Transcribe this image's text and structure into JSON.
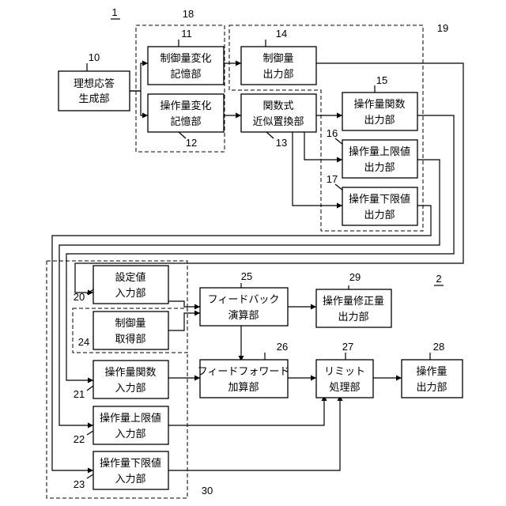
{
  "diagram": {
    "system1_label": "1",
    "system2_label": "2",
    "blocks": {
      "b10": {
        "number": "10",
        "lines": [
          "理想応答",
          "生成部"
        ]
      },
      "b11": {
        "number": "11",
        "lines": [
          "制御量変化",
          "記憶部"
        ]
      },
      "b12": {
        "number": "12",
        "lines": [
          "操作量変化",
          "記憶部"
        ]
      },
      "b13": {
        "number": "13",
        "lines": [
          "関数式",
          "近似置換部"
        ]
      },
      "b14": {
        "number": "14",
        "lines": [
          "制御量",
          "出力部"
        ]
      },
      "b15": {
        "number": "15",
        "lines": [
          "操作量関数",
          "出力部"
        ]
      },
      "b16": {
        "number": "16",
        "lines": [
          "操作量上限値",
          "出力部"
        ]
      },
      "b17": {
        "number": "17",
        "lines": [
          "操作量下限値",
          "出力部"
        ]
      },
      "b20": {
        "number": "20",
        "lines": [
          "設定値",
          "入力部"
        ]
      },
      "b21": {
        "number": "21",
        "lines": [
          "操作量関数",
          "入力部"
        ]
      },
      "b22": {
        "number": "22",
        "lines": [
          "操作量上限値",
          "入力部"
        ]
      },
      "b23": {
        "number": "23",
        "lines": [
          "操作量下限値",
          "入力部"
        ]
      },
      "b24": {
        "number": "24",
        "lines": [
          "制御量",
          "取得部"
        ]
      },
      "b25": {
        "number": "25",
        "lines": [
          "フィードバック",
          "演算部"
        ]
      },
      "b26": {
        "number": "26",
        "lines": [
          "フィードフォワード",
          "加算部"
        ]
      },
      "b27": {
        "number": "27",
        "lines": [
          "リミット",
          "処理部"
        ]
      },
      "b28": {
        "number": "28",
        "lines": [
          "操作量",
          "出力部"
        ]
      },
      "b29": {
        "number": "29",
        "lines": [
          "操作量修正量",
          "出力部"
        ]
      }
    },
    "groups": {
      "g18": "18",
      "g19": "19",
      "g30": "30"
    }
  }
}
